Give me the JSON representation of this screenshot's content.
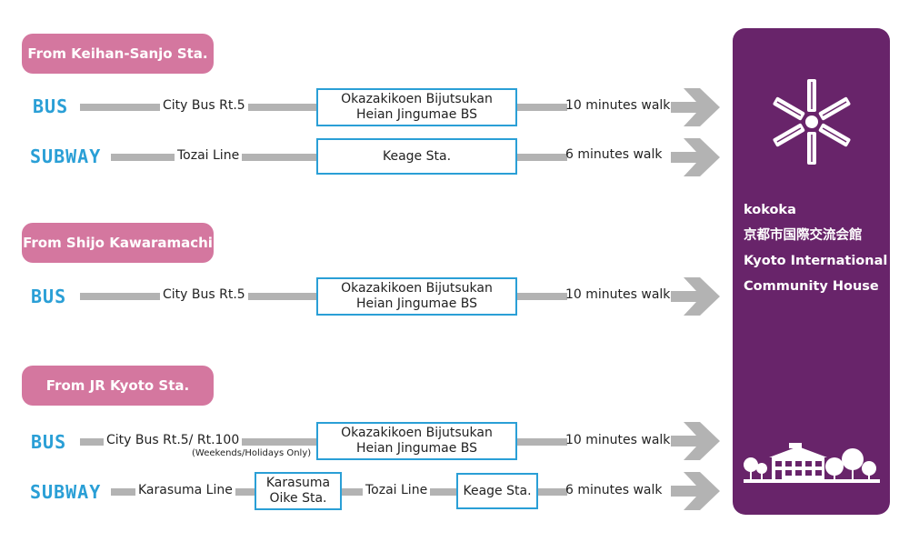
{
  "sections": [
    {
      "label": "From Keihan-Sanjo Sta."
    },
    {
      "label": "From Shijo Kawaramachi"
    },
    {
      "label": "From JR Kyoto Sta."
    }
  ],
  "routes": {
    "keihan_bus": {
      "mode": "BUS",
      "line": "City Bus Rt.5",
      "stop_line1": "Okazakikoen Bijutsukan",
      "stop_line2": "Heian Jingumae BS",
      "walk": "10 minutes walk"
    },
    "keihan_subway": {
      "mode": "SUBWAY",
      "line": "Tozai Line",
      "stop": "Keage Sta.",
      "walk": "6 minutes walk"
    },
    "shijo_bus": {
      "mode": "BUS",
      "line": "City Bus Rt.5",
      "stop_line1": "Okazakikoen Bijutsukan",
      "stop_line2": "Heian Jingumae BS",
      "walk": "10 minutes walk"
    },
    "jr_bus": {
      "mode": "BUS",
      "line": "City Bus Rt.5/ Rt.100",
      "note": "(Weekends/Holidays Only)",
      "stop_line1": "Okazakikoen Bijutsukan",
      "stop_line2": "Heian Jingumae BS",
      "walk": "10 minutes walk"
    },
    "jr_subway": {
      "mode": "SUBWAY",
      "line1": "Karasuma Line",
      "transfer_line1": "Karasuma",
      "transfer_line2": "Oike Sta.",
      "line2": "Tozai Line",
      "stop": "Keage Sta.",
      "walk": "6 minutes walk"
    }
  },
  "destination": {
    "name": "kokoka",
    "name_jp": "京都市国際交流会館",
    "name_en_line1": "Kyoto International",
    "name_en_line2": "Community House",
    "logo_icon": "kokoka-logo-icon",
    "building_icon": "building-icon"
  },
  "colors": {
    "label_pink": "#d4779f",
    "mode_blue": "#2a9fd6",
    "line_gray": "#b3b3b3",
    "dest_purple": "#68246a"
  }
}
